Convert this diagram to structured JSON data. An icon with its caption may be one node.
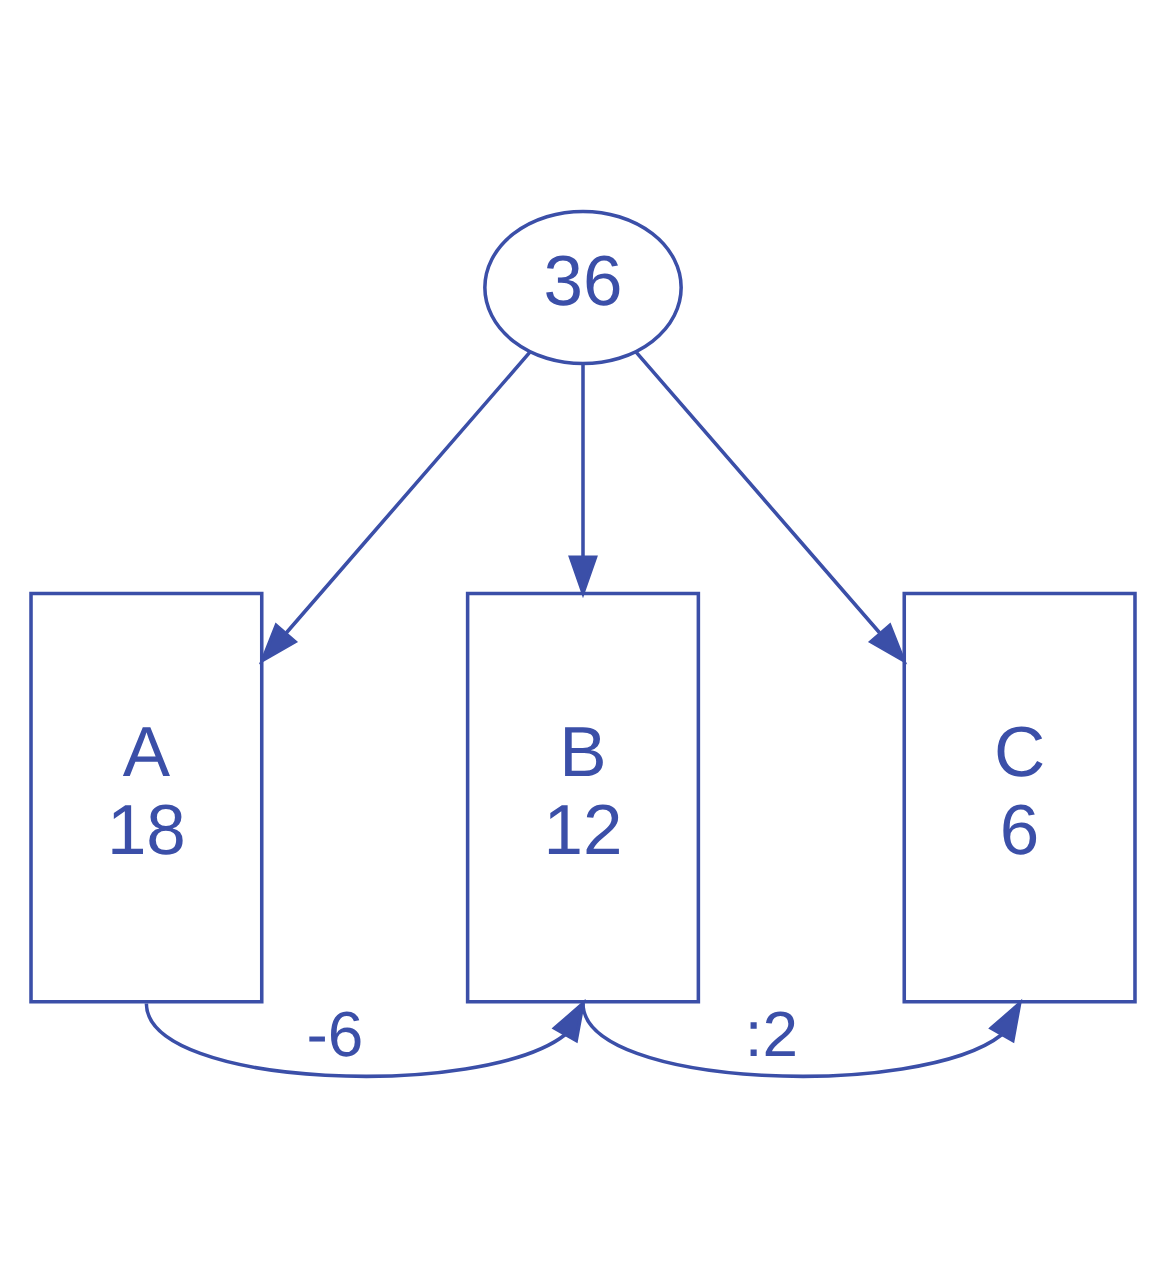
{
  "diagram": {
    "nodes": [
      {
        "text": [
          "36"
        ]
      },
      {
        "text": [
          "A",
          "18"
        ]
      },
      {
        "text": [
          "B",
          "12"
        ]
      },
      {
        "text": [
          "C",
          "6"
        ]
      }
    ],
    "edges": [
      {
        "from": 0,
        "to": 1,
        "arrow": "to"
      },
      {
        "from": 0,
        "to": 2,
        "arrow": "to"
      },
      {
        "from": 0,
        "to": 3,
        "arrow": "to"
      },
      {
        "from": 1,
        "to": 2,
        "arrow": "to",
        "label": "-6"
      },
      {
        "from": 2,
        "to": 3,
        "arrow": "to",
        "label": ":2"
      }
    ]
  }
}
